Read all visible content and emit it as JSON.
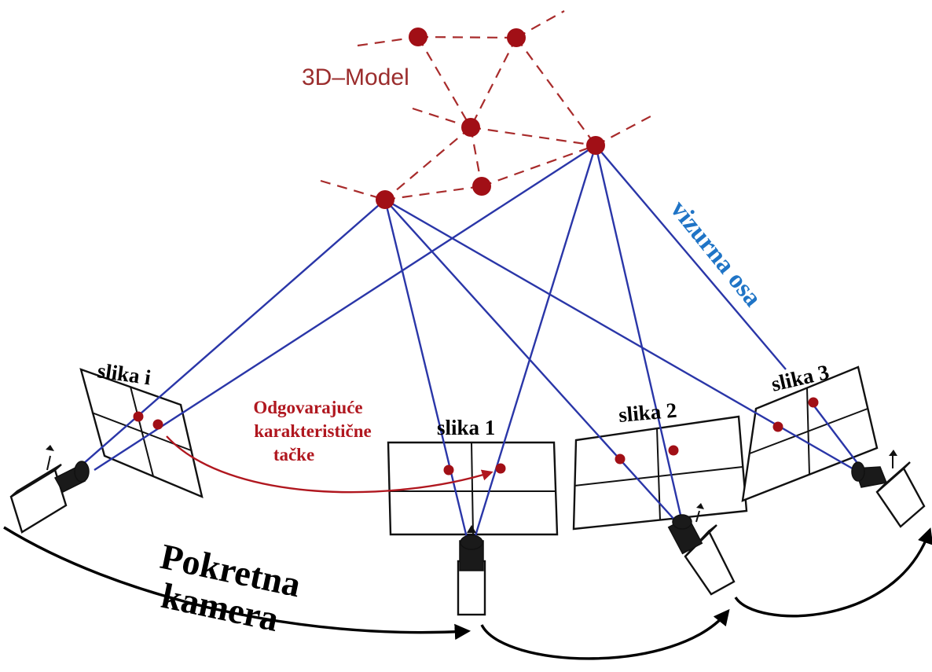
{
  "model_label": "3D–Model",
  "images": {
    "i": "slika i",
    "one": "slika 1",
    "two": "slika 2",
    "three": "slika 3"
  },
  "camera_label": {
    "line1": "Pokretna",
    "line2": "kamera"
  },
  "visual_axis_label": "vizurna osa",
  "matching_points_label": {
    "line1": "Odgovarajuće",
    "line2": "karakteristične",
    "line3": "tačke"
  },
  "colors": {
    "model": "#a10f16",
    "rays": "#2a36a8",
    "axis_label": "#1f74c6",
    "matching_label": "#b0171f"
  }
}
